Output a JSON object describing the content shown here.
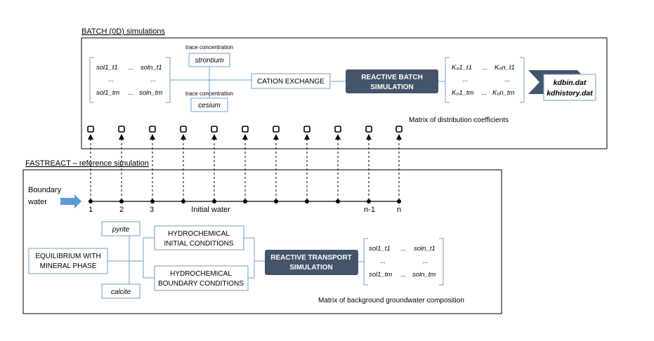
{
  "batch": {
    "title": "BATCH (0D) simulations",
    "input_matrix": {
      "row1_left": "sol1_t1",
      "row1_dots": "...",
      "row1_right": "soln_t1",
      "row2_left": "...",
      "row2_right": "...",
      "row3_left": "sol1_tm",
      "row3_dots": "...",
      "row3_right": "soln_tm"
    },
    "strontium_caption": "trace concentration",
    "strontium": "strontium",
    "cesium_caption": "trace concentration",
    "cesium": "cesium",
    "cation_exchange": "CATION EXCHANGE",
    "reactive_batch_line1": "REACTIVE BATCH",
    "reactive_batch_line2": "SIMULATION",
    "kd_matrix": {
      "row1_left": "K₀1_t1",
      "row1_dots": "...",
      "row1_right": "K₀n_t1",
      "row2_left": "...",
      "row2_right": "...",
      "row3_left": "K₀1_tm",
      "row3_dots": "...",
      "row3_right": "K₀n_tm"
    },
    "output_file1": "kdbin.dat",
    "output_file2": "kdhistory.dat",
    "kd_caption": "Matrix of distribution coefficients"
  },
  "fastreact": {
    "title": "FASTREACT – reference simulation",
    "boundary_line1": "Boundary",
    "boundary_line2": "water",
    "node_labels": [
      "1",
      "2",
      "3",
      "Initial water",
      "n-1",
      "n"
    ],
    "pyrite": "pyrite",
    "calcite": "calcite",
    "equilibrium_line1": "EQUILIBRIUM WITH",
    "equilibrium_line2": "MINERAL PHASE",
    "initial_line1": "HYDROCHEMICAL",
    "initial_line2": "INITIAL CONDITIONS",
    "boundary_cond_line1": "HYDROCHEMICAL",
    "boundary_cond_line2": "BOUNDARY CONDITIONS",
    "transport_line1": "REACTIVE TRANSPORT",
    "transport_line2": "SIMULATION",
    "output_matrix": {
      "row1_left": "sol1_t1",
      "row1_dots": "...",
      "row1_right": "soln_t1",
      "row2_left": "...",
      "row2_right": "...",
      "row3_left": "sol1_tm",
      "row3_dots": "...",
      "row3_right": "soln_tm"
    },
    "output_caption": "Matrix of background groundwater composition"
  },
  "colors": {
    "box_border": "#6f9fd0",
    "dark_box": "#44546a",
    "arrow_blue": "#5b9bd5",
    "line": "#000000"
  }
}
